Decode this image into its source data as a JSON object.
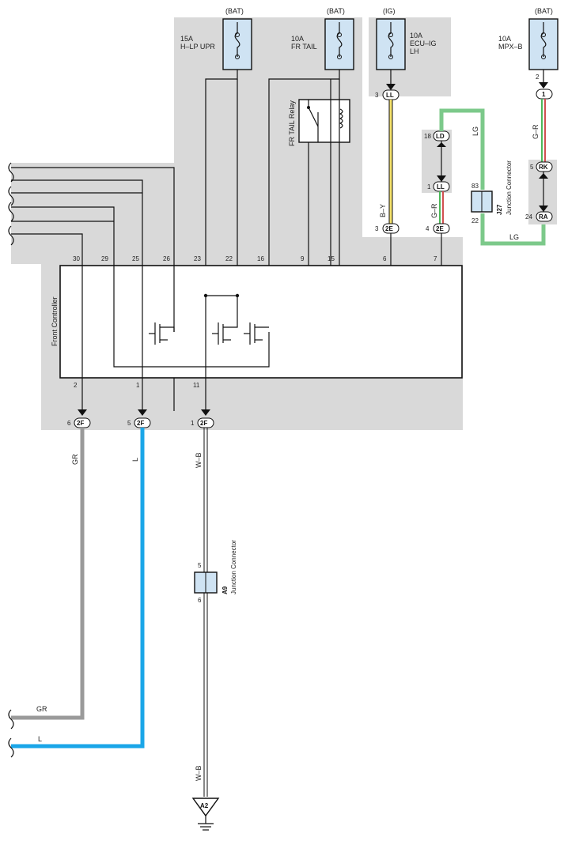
{
  "colors": {
    "shade": "#d9d9d9",
    "fuse_fill": "#cfe3f3",
    "wire_GR": "#9a9a9a",
    "wire_L": "#1aa6e8",
    "wire_LG": "#7cc98a",
    "wire_BY_yellow": "#f3e06a",
    "wire_GR_green": "#4db85a",
    "wire_GR_red": "#d05050"
  },
  "fuses": [
    {
      "id": "fuse-15a-hlp-upr",
      "source": "(BAT)",
      "amp": "15A",
      "name1": "H–LP UPR",
      "name2": ""
    },
    {
      "id": "fuse-10a-fr-tail",
      "source": "(BAT)",
      "amp": "10A",
      "name1": "FR TAIL",
      "name2": ""
    },
    {
      "id": "fuse-10a-ecu-ig-lh",
      "source": "(IG)",
      "amp": "10A",
      "name1": "ECU–IG",
      "name2": "LH"
    },
    {
      "id": "fuse-10a-mpx-b",
      "source": "(BAT)",
      "amp": "10A",
      "name1": "MPX–B",
      "name2": ""
    }
  ],
  "relay": {
    "label": "FR TAIL Relay"
  },
  "controller": {
    "label": "Front Controller",
    "top_pins": [
      "30",
      "29",
      "25",
      "26",
      "23",
      "22",
      "16",
      "9",
      "15",
      "6",
      "7"
    ],
    "bottom_pins": [
      "2",
      "1",
      "11"
    ]
  },
  "connectors": {
    "ll_top": {
      "pin": "3",
      "code": "LL"
    },
    "mpx_1": {
      "pin": "2",
      "code": "1"
    },
    "ld": {
      "pin": "18",
      "code": "LD"
    },
    "ll_mid": {
      "pin": "1",
      "code": "LL"
    },
    "rk": {
      "pin": "5",
      "code": "RK"
    },
    "ra": {
      "pin": "24",
      "code": "RA"
    },
    "e2_a": {
      "pin": "3",
      "code": "2E"
    },
    "e2_b": {
      "pin": "4",
      "code": "2E"
    },
    "f2_a": {
      "pin": "6",
      "code": "2F"
    },
    "f2_b": {
      "pin": "5",
      "code": "2F"
    },
    "f2_c": {
      "pin": "1",
      "code": "2F"
    },
    "ground": {
      "code": "A2"
    }
  },
  "junctions": {
    "j27": {
      "code": "J27",
      "name": "Junction Connector",
      "pin_top": "83",
      "pin_bottom": "22"
    },
    "a9": {
      "code": "A9",
      "name": "Junction Connector",
      "pin_top": "5",
      "pin_bottom": "6"
    }
  },
  "wire_labels": {
    "by": "B–Y",
    "gr_e2": "G–R",
    "lg_top": "LG",
    "lg_bottom": "LG",
    "gr_mpx": "G–R",
    "gr_out": "GR",
    "l_out": "L",
    "wb_top": "W–B",
    "wb_bottom": "W–B",
    "gr_end": "GR",
    "l_end": "L"
  }
}
